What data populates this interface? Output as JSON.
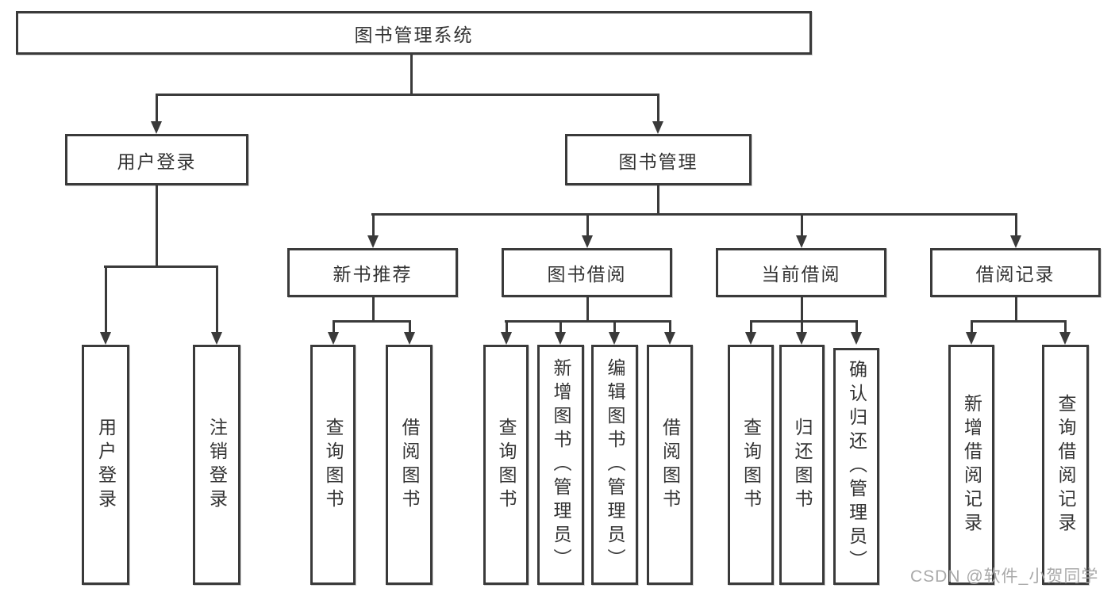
{
  "colors": {
    "line": "#3a3a3a",
    "text": "#333333",
    "watermark": "#a9a9a9",
    "background": "#ffffff"
  },
  "diagram": {
    "root": {
      "label": "图书管理系统"
    },
    "branches": {
      "login": {
        "label": "用户登录",
        "children": [
          "用户登录",
          "注销登录"
        ]
      },
      "management": {
        "label": "图书管理"
      }
    },
    "sections": [
      {
        "label": "新书推荐",
        "children": [
          "查询图书",
          "借阅图书"
        ]
      },
      {
        "label": "图书借阅",
        "children": [
          "查询图书",
          "新增图书（管理员）",
          "编辑图书（管理员）",
          "借阅图书"
        ]
      },
      {
        "label": "当前借阅",
        "children": [
          "查询图书",
          "归还图书",
          "确认归还（管理员）"
        ]
      },
      {
        "label": "借阅记录",
        "children": [
          "新增借阅记录",
          "查询借阅记录"
        ]
      }
    ],
    "watermark": "CSDN @软件_小贺同学"
  }
}
